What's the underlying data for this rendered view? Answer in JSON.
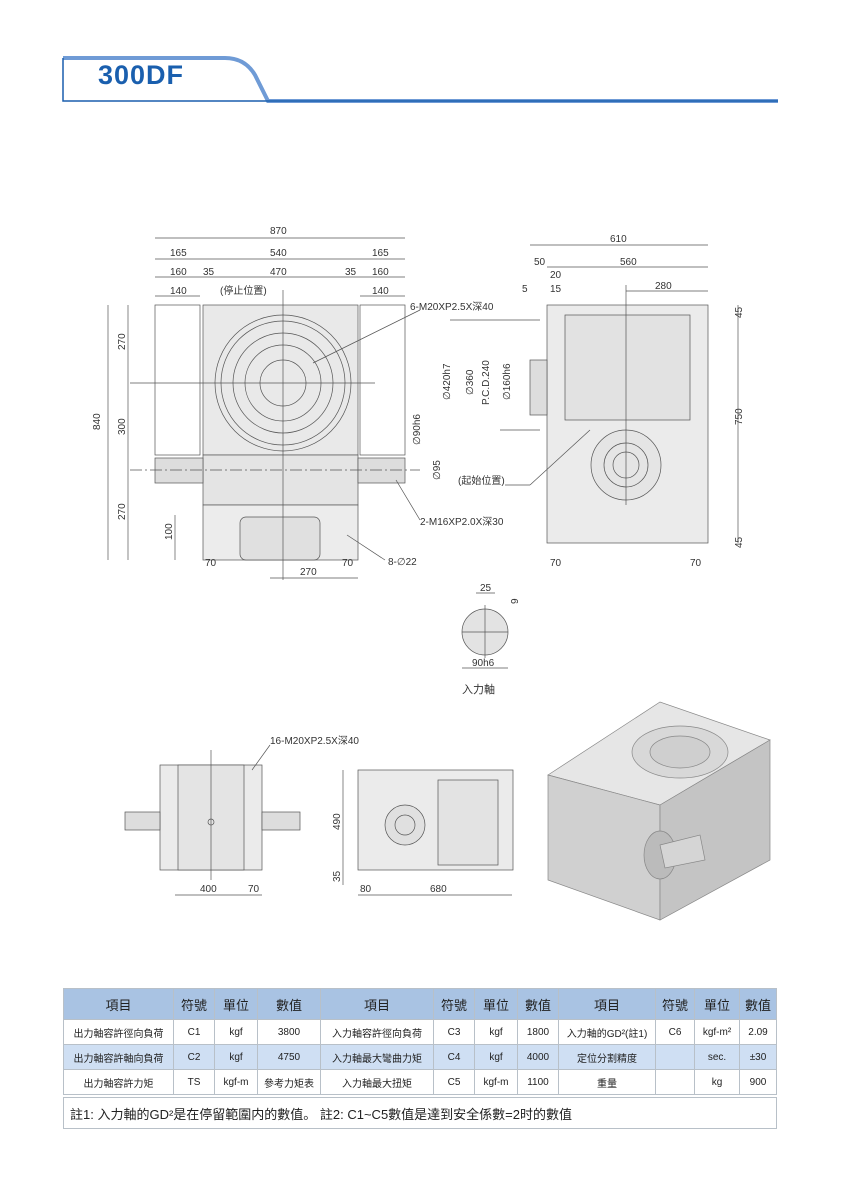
{
  "header": {
    "title": "300DF",
    "accent": "#1a5fae",
    "tab_color": "#6f9bd6"
  },
  "front_view": {
    "dims": [
      "870",
      "165",
      "540",
      "165",
      "160",
      "35",
      "470",
      "35",
      "160",
      "140",
      "140",
      "(停止位置)",
      "6-M20XP2.5X深40",
      "840",
      "270",
      "300",
      "270",
      "100",
      "70",
      "70",
      "270",
      "8-∅22",
      "2-M16XP2.0X深30",
      "∅90h6",
      "∅95"
    ]
  },
  "side_view": {
    "dims": [
      "610",
      "50",
      "560",
      "20",
      "5",
      "15",
      "280",
      "∅420h7",
      "∅360",
      "P.C.D.240",
      "∅160h6",
      "(起始位置)",
      "750",
      "45",
      "45",
      "70",
      "70"
    ]
  },
  "input_shaft": {
    "dims": [
      "25",
      "9",
      "90h6"
    ],
    "caption": "入力軸"
  },
  "bottom_views": {
    "dims": [
      "16-M20XP2.5X深40",
      "400",
      "70",
      "490",
      "35",
      "80",
      "680"
    ]
  },
  "table": {
    "headers": [
      "項目",
      "符號",
      "單位",
      "數值",
      "項目",
      "符號",
      "單位",
      "數值",
      "項目",
      "符號",
      "單位",
      "數值"
    ],
    "rows": [
      [
        "出力軸容許徑向負荷",
        "C1",
        "kgf",
        "3800",
        "入力軸容許徑向負荷",
        "C3",
        "kgf",
        "1800",
        "入力軸的GD²(註1)",
        "C6",
        "kgf-m²",
        "2.09"
      ],
      [
        "出力軸容許軸向負荷",
        "C2",
        "kgf",
        "4750",
        "入力軸最大彎曲力矩",
        "C4",
        "kgf",
        "4000",
        "定位分割精度",
        "",
        "sec.",
        "±30"
      ],
      [
        "出力軸容許力矩",
        "TS",
        "kgf-m",
        "參考力矩表",
        "入力軸最大扭矩",
        "C5",
        "kgf-m",
        "1100",
        "重量",
        "",
        "kg",
        "900"
      ]
    ],
    "note": "註1: 入力軸的GD²是在停留範圍内的數值。 註2: C1~C5數值是達到安全係數=2时的數值"
  }
}
